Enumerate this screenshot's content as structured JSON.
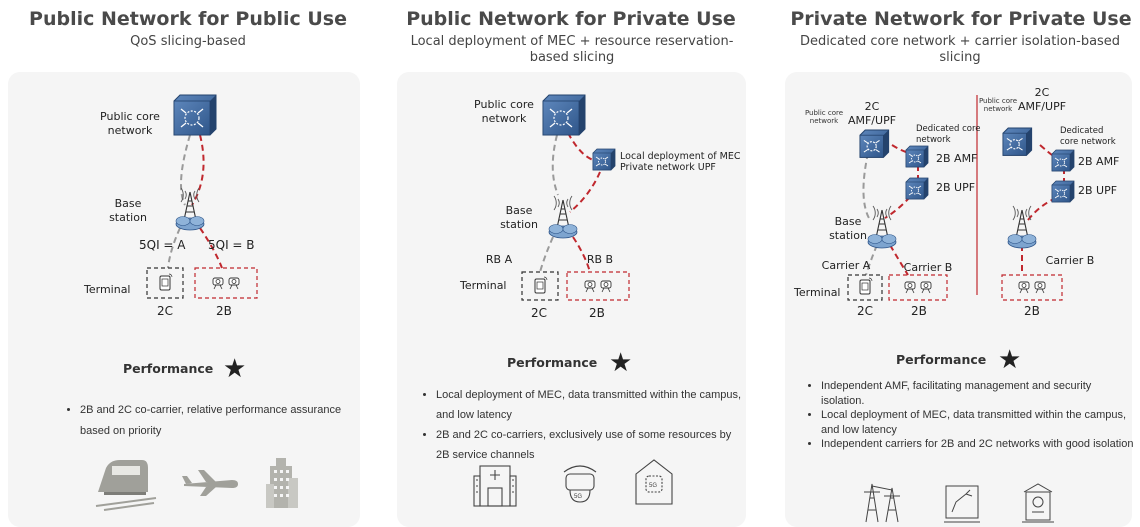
{
  "columns": [
    {
      "title": "Public Network for Public Use",
      "subtitle": "QoS slicing-based",
      "labels": {
        "core": "Public core network",
        "base": "Base station",
        "qci_a": "5QI = A",
        "qci_b": "5QI = B",
        "terminal": "Terminal",
        "c2c": "2C",
        "c2b": "2B"
      },
      "performance": "Performance",
      "bullets": [
        "2B and 2C co-carrier, relative performance assurance based on priority"
      ],
      "icons": [
        "train-icon",
        "airplane-icon",
        "city-building-icon"
      ]
    },
    {
      "title": "Public Network for Private Use",
      "subtitle": "Local deployment of MEC + resource reservation-based slicing",
      "labels": {
        "core": "Public core network",
        "mec": "Local deployment of MEC Private network UPF",
        "base": "Base station",
        "rba": "RB A",
        "rbb": "RB B",
        "terminal": "Terminal",
        "c2c": "2C",
        "c2b": "2B"
      },
      "performance": "Performance",
      "bullets": [
        "Local deployment of MEC, data transmitted within the campus, and low latency",
        "2B and 2C co-carriers, exclusively use of some resources by 2B service channels"
      ],
      "icons": [
        "hospital-icon",
        "vr-headset-5g-icon",
        "5g-factory-icon"
      ]
    },
    {
      "title": "Private Network for Private Use",
      "subtitle": "Dedicated core network + carrier isolation-based slicing",
      "labels": {
        "public_core_1": "Public core network",
        "amf_upf_1": "2C AMF/UPF",
        "dedicated_1": "Dedicated core network",
        "amf_1": "2B AMF",
        "upf_1": "2B UPF",
        "base": "Base station",
        "carrier_a": "Carrier A",
        "carrier_b_1": "Carrier B",
        "terminal": "Terminal",
        "c2c": "2C",
        "c2b_1": "2B",
        "public_core_2": "Public core network",
        "amf_upf_2": "2C AMF/UPF",
        "dedicated_2": "Dedicated core network",
        "amf_2": "2B AMF",
        "upf_2": "2B UPF",
        "carrier_b_2": "Carrier B",
        "c2b_2": "2B"
      },
      "performance": "Performance",
      "bullets": [
        "Independent AMF, facilitating management and security isolation.",
        "Local deployment of MEC, data transmitted within the campus, and low latency",
        "Independent carriers for 2B and 2C networks with good isolation"
      ],
      "icons": [
        "power-tower-icon",
        "robot-arm-icon",
        "camera-terminal-icon"
      ]
    }
  ],
  "colors": {
    "panel": "#f5f5f5",
    "red_dash": "#c0282e",
    "gray_dash": "#9a9a9a",
    "device_blue": "#3e6aa1",
    "accent_red": "#c0282e"
  }
}
